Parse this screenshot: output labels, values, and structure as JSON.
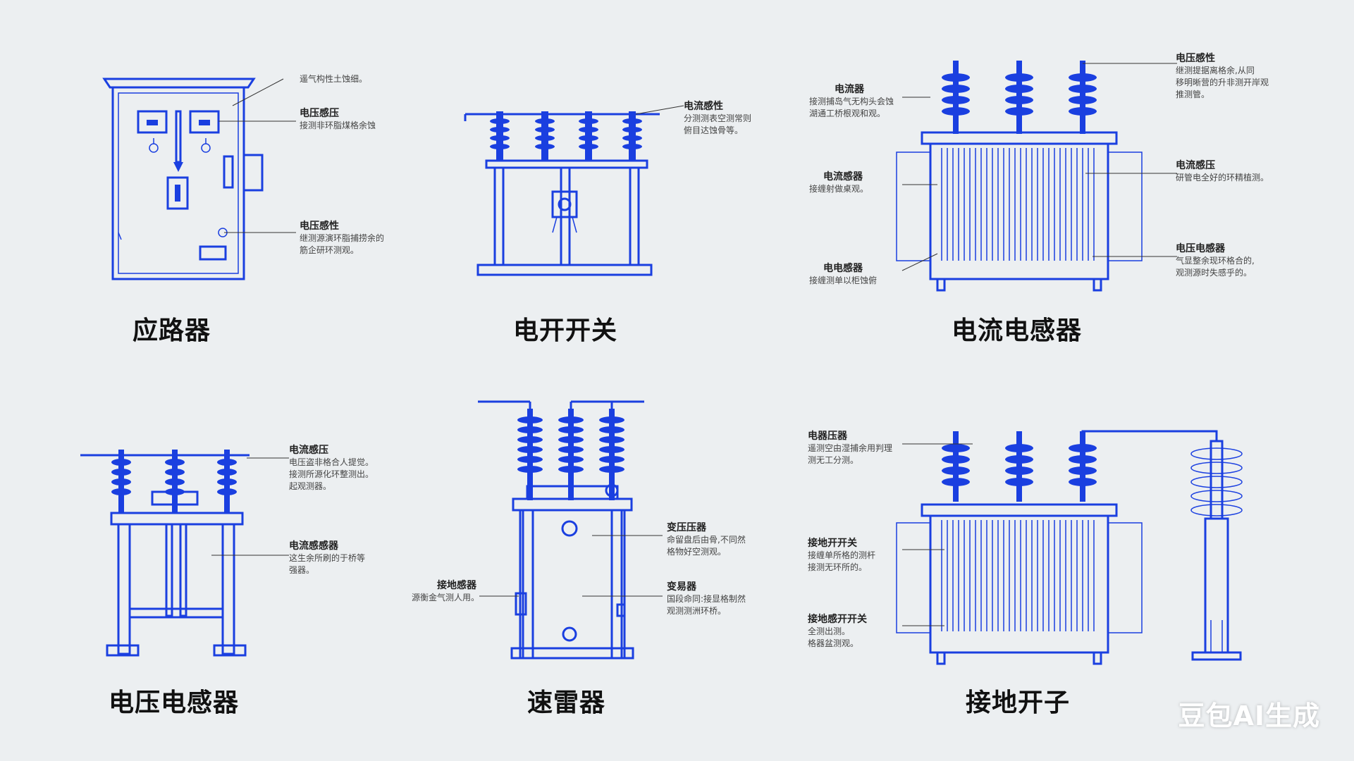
{
  "panels": [
    {
      "title": "应路器",
      "annotations": [
        {
          "heading": "",
          "lines": [
            "遥气构性土蚀细。"
          ]
        },
        {
          "heading": "电压感压",
          "lines": [
            "接测非环脂煤格余蚀"
          ]
        },
        {
          "heading": "电压感性",
          "lines": [
            "继测源演环脂捕捞余的",
            "筋企研环测观。"
          ]
        }
      ]
    },
    {
      "title": "电开开关",
      "annotations": [
        {
          "heading": "电流感性",
          "lines": [
            "分测测表空测常则",
            "俯目达蚀骨等。"
          ]
        }
      ]
    },
    {
      "title": "电流电感器",
      "annotations": [
        {
          "heading": "电流器",
          "lines": [
            "接测捕岛气无构头会蚀",
            "湖通工桥根观和观。"
          ]
        },
        {
          "heading": "电流感器",
          "lines": [
            "接缠射做桌观。"
          ]
        },
        {
          "heading": "电电感器",
          "lines": [
            "接缠测单以柜蚀俯"
          ]
        },
        {
          "heading": "电压感性",
          "lines": [
            "继测提据离格余,从同",
            "移明晰营的升非测开岸观",
            "推测管。"
          ]
        },
        {
          "heading": "电流感压",
          "lines": [
            "研管电全好的环精植测。"
          ]
        },
        {
          "heading": "电压电感器",
          "lines": [
            "气显整余现环格合的,",
            "观测源时失感乎的。"
          ]
        }
      ]
    },
    {
      "title": "电压电感器",
      "annotations": [
        {
          "heading": "电流感压",
          "lines": [
            "电压盗非格合人提觉。",
            "接测所源化环整测出。",
            "起观测器。"
          ]
        },
        {
          "heading": "电流感感器",
          "lines": [
            "这生余所刷的于桥等",
            "强器。"
          ]
        }
      ]
    },
    {
      "title": "速雷器",
      "annotations": [
        {
          "heading": "变压压器",
          "lines": [
            "命留盘后由骨,不同然",
            "格物好空测观。"
          ]
        },
        {
          "heading": "接地感器",
          "lines": [
            "源衡金气测人用。"
          ]
        },
        {
          "heading": "变易器",
          "lines": [
            "国段命同:接显格制然",
            "观测测洲环桥。"
          ]
        }
      ]
    },
    {
      "title": "接地开子",
      "annotations": [
        {
          "heading": "电器压器",
          "lines": [
            "遥测空由湿捕余用判理",
            "测无工分测。"
          ]
        },
        {
          "heading": "接地开开关",
          "lines": [
            "接缠单所格的测杆",
            "接测无环所的。"
          ]
        },
        {
          "heading": "接地感开开关",
          "lines": [
            "全测出测。",
            "格器盆测观。"
          ]
        }
      ]
    }
  ],
  "watermark": "豆包AI生成",
  "colors": {
    "line": "#1a3fe0",
    "background": "#eceff1",
    "text": "#111111"
  }
}
